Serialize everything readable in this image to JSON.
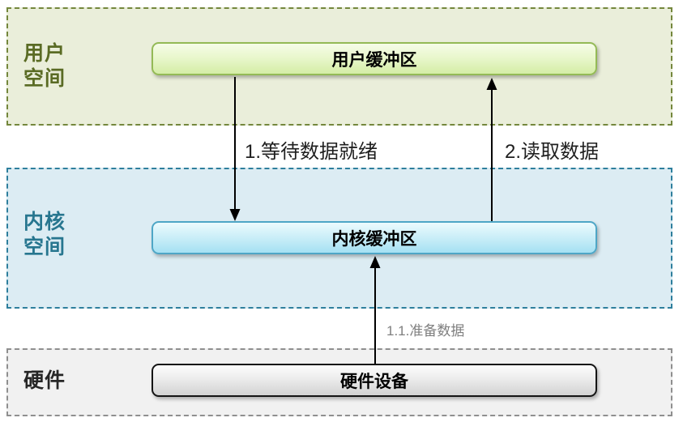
{
  "diagram": {
    "title_semantic": "IO buffer flow between user space, kernel space and hardware",
    "regions": {
      "user": {
        "label": "用户\n空间",
        "bg": "#eaeeda",
        "border_color": "#74873c",
        "label_color": "#5a6b24"
      },
      "kernel": {
        "label": "内核\n空间",
        "bg": "#dcecf3",
        "border_color": "#2e7f9d",
        "label_color": "#27768f"
      },
      "hardware": {
        "label": "硬件",
        "bg": "#f1f1f1",
        "border_color": "#8f8f8f",
        "label_color": "#262626"
      }
    },
    "nodes": {
      "user_buffer": {
        "label": "用户缓冲区",
        "border_color": "#94ba56",
        "fill_top": "#f6fce8",
        "fill_bottom": "#d5eda6"
      },
      "kernel_buffer": {
        "label": "内核缓冲区",
        "border_color": "#4ea6c6",
        "fill_top": "#ecfbfe",
        "fill_bottom": "#a5e1f3"
      },
      "hardware_device": {
        "label": "硬件设备",
        "border_color": "#141414",
        "fill_top": "#fdfdfd",
        "fill_bottom": "#d2d2d2"
      }
    },
    "arrows": {
      "wait": {
        "label": "1.等待数据就绪",
        "from": "user_buffer",
        "to": "kernel_buffer",
        "direction": "down",
        "color": "#000000",
        "label_color": "#1f1f1f"
      },
      "read": {
        "label": "2.读取数据",
        "from": "kernel_buffer",
        "to": "user_buffer",
        "direction": "up",
        "color": "#000000",
        "label_color": "#1f1f1f"
      },
      "prepare": {
        "label": "1.1.准备数据",
        "from": "hardware_device",
        "to": "kernel_buffer",
        "direction": "up",
        "color": "#000000",
        "label_color": "#7f7f7f"
      }
    }
  }
}
